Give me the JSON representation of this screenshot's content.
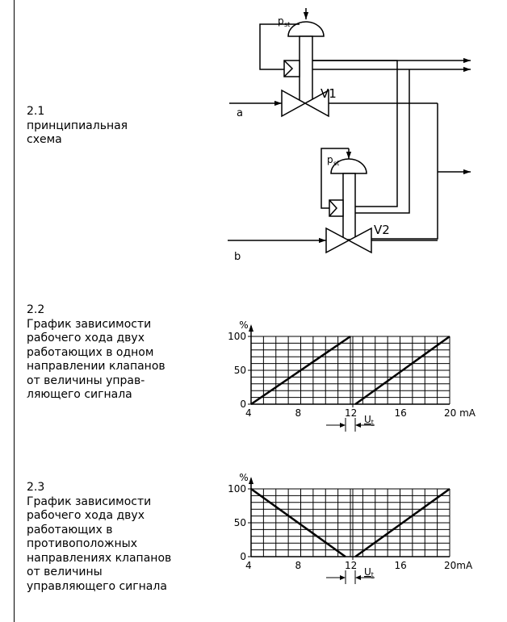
{
  "captions": [
    {
      "number": "2.1",
      "lines": [
        "принципиальная",
        "схема"
      ]
    },
    {
      "number": "2.2",
      "lines": [
        "График зависимости",
        "рабочего хода двух",
        "работающих в одном",
        "направлении клапанов",
        "от величины управ-",
        "ляющего сигнала"
      ]
    },
    {
      "number": "2.3",
      "lines": [
        "График зависимости",
        "рабочего хода двух",
        "работающих в",
        "противоположных",
        "направлениях клапанов",
        "от величины",
        "управляющего сигнала"
      ]
    }
  ],
  "schematic": {
    "actuator_label_main": "p",
    "actuator_label_sub": "st",
    "valve1_label": "V1",
    "valve2_label": "V2",
    "input_a_label": "a",
    "input_b_label": "b"
  },
  "chart_data": [
    {
      "type": "line",
      "title": "",
      "xlabel": "mA",
      "ylabel": "%",
      "xlim": [
        4,
        20
      ],
      "ylim": [
        0,
        100
      ],
      "x_ticks": [
        "4",
        "8",
        "12",
        "16",
        "20 mA"
      ],
      "y_ticks": [
        "0",
        "50",
        "100"
      ],
      "grid": true,
      "deadband_label_main": "U",
      "deadband_label_sub": "t",
      "series": [
        {
          "x": [
            4,
            12
          ],
          "y": [
            0,
            100
          ]
        },
        {
          "x": [
            12.4,
            20
          ],
          "y": [
            0,
            100
          ]
        }
      ]
    },
    {
      "type": "line",
      "title": "",
      "xlabel": "mA",
      "ylabel": "%",
      "xlim": [
        4,
        20
      ],
      "ylim": [
        0,
        100
      ],
      "x_ticks": [
        "4",
        "8",
        "12",
        "16",
        "20mA"
      ],
      "y_ticks": [
        "0",
        "50",
        "100"
      ],
      "grid": true,
      "deadband_label_main": "U",
      "deadband_label_sub": "t",
      "series": [
        {
          "x": [
            4,
            11.6
          ],
          "y": [
            100,
            0
          ]
        },
        {
          "x": [
            12.4,
            20
          ],
          "y": [
            0,
            100
          ]
        }
      ]
    }
  ]
}
